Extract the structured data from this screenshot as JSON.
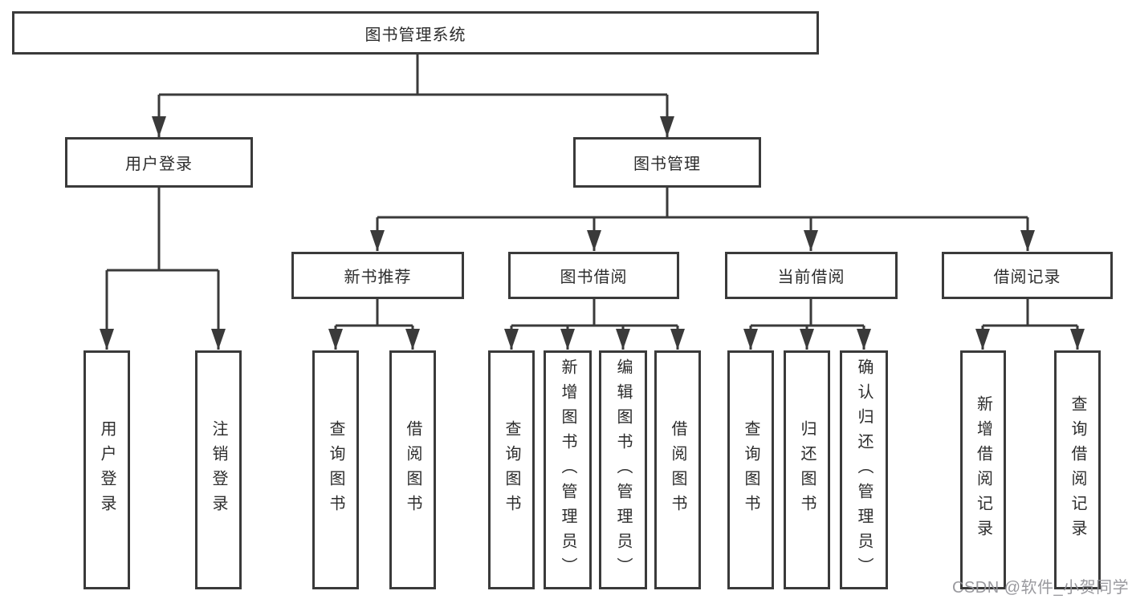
{
  "tree": {
    "label": "图书管理系统",
    "children": [
      {
        "label": "用户登录",
        "children": [
          {
            "label": "用户登录"
          },
          {
            "label": "注销登录"
          }
        ]
      },
      {
        "label": "图书管理",
        "children": [
          {
            "label": "新书推荐",
            "children": [
              {
                "label": "查询图书"
              },
              {
                "label": "借阅图书"
              }
            ]
          },
          {
            "label": "图书借阅",
            "children": [
              {
                "label": "查询图书"
              },
              {
                "label": "新增图书（管理员）"
              },
              {
                "label": "编辑图书（管理员）"
              },
              {
                "label": "借阅图书"
              }
            ]
          },
          {
            "label": "当前借阅",
            "children": [
              {
                "label": "查询图书"
              },
              {
                "label": "归还图书"
              },
              {
                "label": "确认归还（管理员）"
              }
            ]
          },
          {
            "label": "借阅记录",
            "children": [
              {
                "label": "新增借阅记录"
              },
              {
                "label": "查询借阅记录"
              }
            ]
          }
        ]
      }
    ]
  },
  "watermark": {
    "text": "CSDN @软件_小贺同学"
  },
  "colors": {
    "line": "#3a3a3a",
    "text": "#2d2d2d",
    "watermark": "#949499",
    "background": "#ffffff"
  }
}
